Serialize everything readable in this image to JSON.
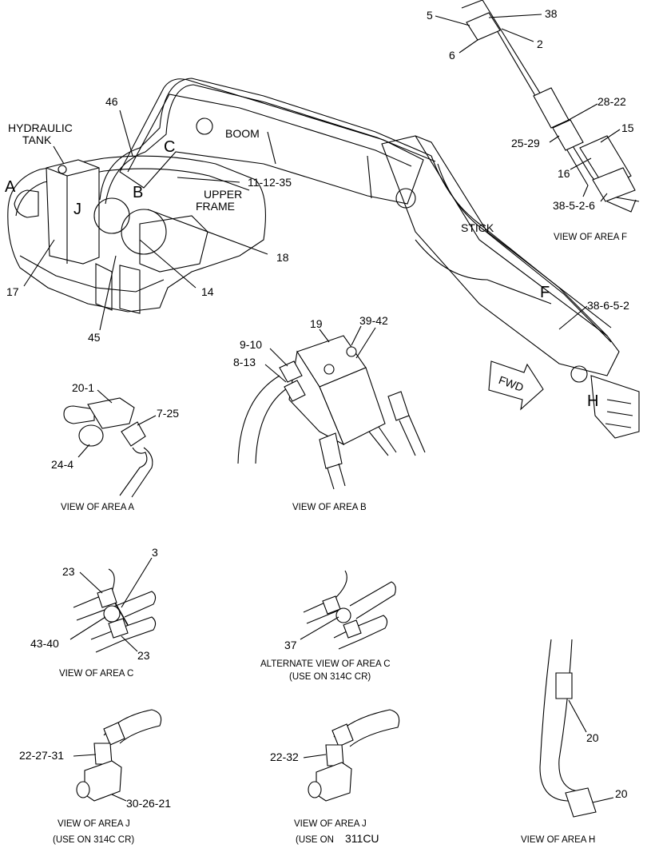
{
  "main_view": {
    "hydraulic_tank_line1": "HYDRAULIC",
    "hydraulic_tank_line2": "TANK",
    "boom": "BOOM",
    "stick": "STICK",
    "upper_frame_line1": "UPPER",
    "upper_frame_line2": "FRAME",
    "fwd": "FWD",
    "area_letters": {
      "a": "A",
      "b": "B",
      "c": "C",
      "f": "F",
      "h": "H",
      "j": "J"
    },
    "callouts": {
      "c46": "46",
      "c11_12_35": "11-12-35",
      "c18": "18",
      "c14": "14",
      "c17": "17",
      "c45": "45",
      "c38_6_5_2": "38-6-5-2"
    }
  },
  "view_f": {
    "caption": "VIEW OF AREA F",
    "callouts": {
      "c5": "5",
      "c38": "38",
      "c2": "2",
      "c6": "6",
      "c28_22": "28-22",
      "c15": "15",
      "c25_29": "25-29",
      "c16": "16",
      "c38_5_2_6": "38-5-2-6"
    }
  },
  "view_a": {
    "caption": "VIEW OF AREA A",
    "callouts": {
      "c20_1": "20-1",
      "c7_25": "7-25",
      "c24_4": "24-4"
    }
  },
  "view_b": {
    "caption": "VIEW OF AREA B",
    "callouts": {
      "c19": "19",
      "c39_42": "39-42",
      "c9_10": "9-10",
      "c8_13": "8-13"
    }
  },
  "view_c": {
    "caption": "VIEW OF AREA C",
    "callouts": {
      "c3": "3",
      "c23a": "23",
      "c43_40": "43-40",
      "c23b": "23"
    }
  },
  "view_c_alt": {
    "caption_line1": "ALTERNATE VIEW OF AREA C",
    "caption_line2": "(USE ON 314C CR)",
    "callouts": {
      "c37": "37"
    }
  },
  "view_j1": {
    "caption_line1": "VIEW OF AREA J",
    "caption_line2": "(USE ON 314C CR)",
    "callouts": {
      "c22_27_31": "22-27-31",
      "c30_26_21": "30-26-21"
    }
  },
  "view_j2": {
    "caption_line1": "VIEW OF AREA J",
    "caption_line2": "(USE ON",
    "caption_model": "311CU",
    "callouts": {
      "c22_32": "22-32"
    }
  },
  "view_h": {
    "caption": "VIEW OF AREA H",
    "callouts": {
      "c20a": "20",
      "c20b": "20"
    }
  }
}
